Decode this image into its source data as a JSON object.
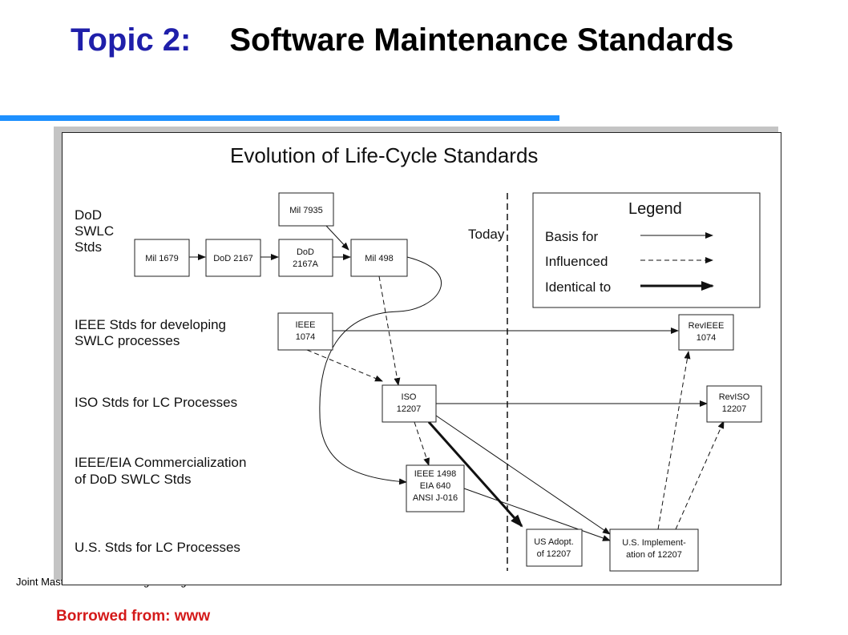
{
  "slide": {
    "title_topic": "Topic 2:",
    "title_main": "Software Maintenance Standards",
    "footer_left": "Joint Master in Software Engineering",
    "footer_credit": "Borrowed from: www"
  },
  "diagram": {
    "title": "Evolution of Life-Cycle Standards",
    "today_label": "Today",
    "rows": {
      "dod_line1": "DoD",
      "dod_line2": "SWLC",
      "dod_line3": "Stds",
      "ieee_line1": "IEEE Stds for developing",
      "ieee_line2": "SWLC processes",
      "iso": "ISO Stds for LC Processes",
      "eia_line1": "IEEE/EIA Commercialization",
      "eia_line2": "of DoD SWLC Stds",
      "us": "U.S. Stds for LC Processes"
    },
    "boxes": {
      "mil7935": "Mil 7935",
      "mil1679": "Mil 1679",
      "dod2167": "DoD 2167",
      "dod2167a_1": "DoD",
      "dod2167a_2": "2167A",
      "mil498": "Mil 498",
      "ieee1074_1": "IEEE",
      "ieee1074_2": "1074",
      "iso12207_1": "ISO",
      "iso12207_2": "12207",
      "ieee1498_1": "IEEE 1498",
      "ieee1498_2": "EIA 640",
      "ieee1498_3": "ANSI J-016",
      "usadopt_1": "US Adopt.",
      "usadopt_2": "of 12207",
      "usimpl_1": "U.S. Implement-",
      "usimpl_2": "ation of 12207",
      "revieee_1": "RevIEEE",
      "revieee_2": "1074",
      "reviso_1": "RevISO",
      "reviso_2": "12207"
    },
    "legend": {
      "title": "Legend",
      "basis": "Basis for",
      "influenced": "Influenced",
      "identical": "Identical to"
    }
  }
}
